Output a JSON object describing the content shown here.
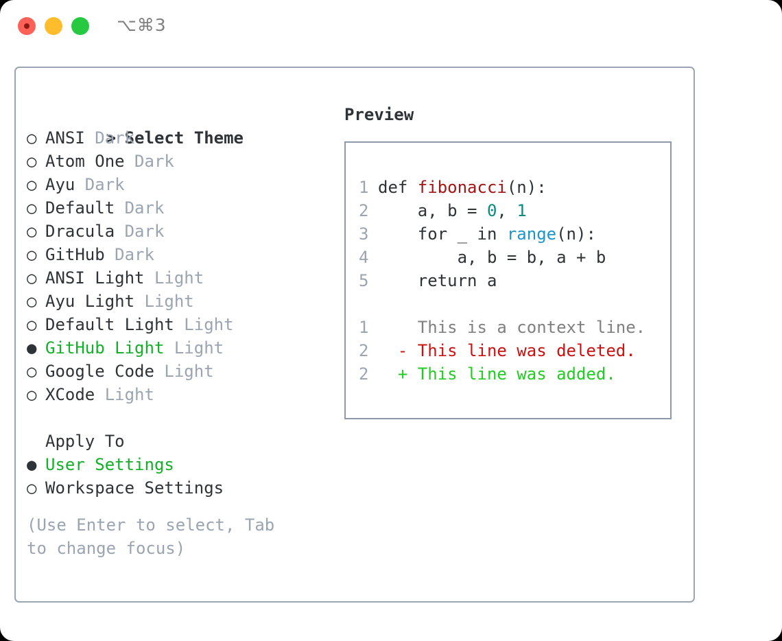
{
  "window": {
    "shortcut": "⌥⌘3",
    "traffic_lights": [
      "close",
      "minimize",
      "maximize"
    ],
    "colors": {
      "close": "#ff6058",
      "minimize": "#ffbd2e",
      "maximize": "#26c940",
      "selection_green": "#14b02a",
      "diff_added_green": "#22cc22",
      "diff_removed_red": "#cc1111",
      "muted": "#9aa5b1",
      "text": "#2e3338",
      "border": "#9aa4b2"
    }
  },
  "theme_select": {
    "heading_marker": ">",
    "heading": "Select Theme",
    "unselected_marker": "○",
    "selected_marker": "●",
    "items": [
      {
        "name": "ANSI",
        "tag": "Dark",
        "selected": false
      },
      {
        "name": "Atom One",
        "tag": "Dark",
        "selected": false
      },
      {
        "name": "Ayu",
        "tag": "Dark",
        "selected": false
      },
      {
        "name": "Default",
        "tag": "Dark",
        "selected": false
      },
      {
        "name": "Dracula",
        "tag": "Dark",
        "selected": false
      },
      {
        "name": "GitHub",
        "tag": "Dark",
        "selected": false
      },
      {
        "name": "ANSI Light",
        "tag": "Light",
        "selected": false
      },
      {
        "name": "Ayu Light",
        "tag": "Light",
        "selected": false
      },
      {
        "name": "Default Light",
        "tag": "Light",
        "selected": false
      },
      {
        "name": "GitHub Light",
        "tag": "Light",
        "selected": true
      },
      {
        "name": "Google Code",
        "tag": "Light",
        "selected": false
      },
      {
        "name": "XCode",
        "tag": "Light",
        "selected": false
      }
    ]
  },
  "apply_to": {
    "heading": "Apply To",
    "options": [
      {
        "label": "User Settings",
        "selected": true
      },
      {
        "label": "Workspace Settings",
        "selected": false
      }
    ]
  },
  "hint": "(Use Enter to select, Tab to change focus)",
  "preview": {
    "title": "Preview",
    "code_lines": [
      {
        "num": "1",
        "tokens": [
          {
            "t": "def ",
            "c": "kw"
          },
          {
            "t": "fibonacci",
            "c": "fn"
          },
          {
            "t": "(n):",
            "c": "kw"
          }
        ]
      },
      {
        "num": "2",
        "tokens": [
          {
            "t": "    a, b = ",
            "c": "kw"
          },
          {
            "t": "0",
            "c": "num"
          },
          {
            "t": ", ",
            "c": "kw"
          },
          {
            "t": "1",
            "c": "num"
          }
        ]
      },
      {
        "num": "3",
        "tokens": [
          {
            "t": "    for _ in ",
            "c": "kw"
          },
          {
            "t": "range",
            "c": "builtin"
          },
          {
            "t": "(n):",
            "c": "kw"
          }
        ]
      },
      {
        "num": "4",
        "tokens": [
          {
            "t": "        a, b = b, a + b",
            "c": "kw"
          }
        ]
      },
      {
        "num": "5",
        "tokens": [
          {
            "t": "    return a",
            "c": "kw"
          }
        ]
      }
    ],
    "diff_lines": [
      {
        "num": "1",
        "marker": " ",
        "text": "This is a context line.",
        "kind": "ctx"
      },
      {
        "num": "2",
        "marker": "-",
        "text": "This line was deleted.",
        "kind": "del"
      },
      {
        "num": "2",
        "marker": "+",
        "text": "This line was added.",
        "kind": "add"
      }
    ]
  }
}
